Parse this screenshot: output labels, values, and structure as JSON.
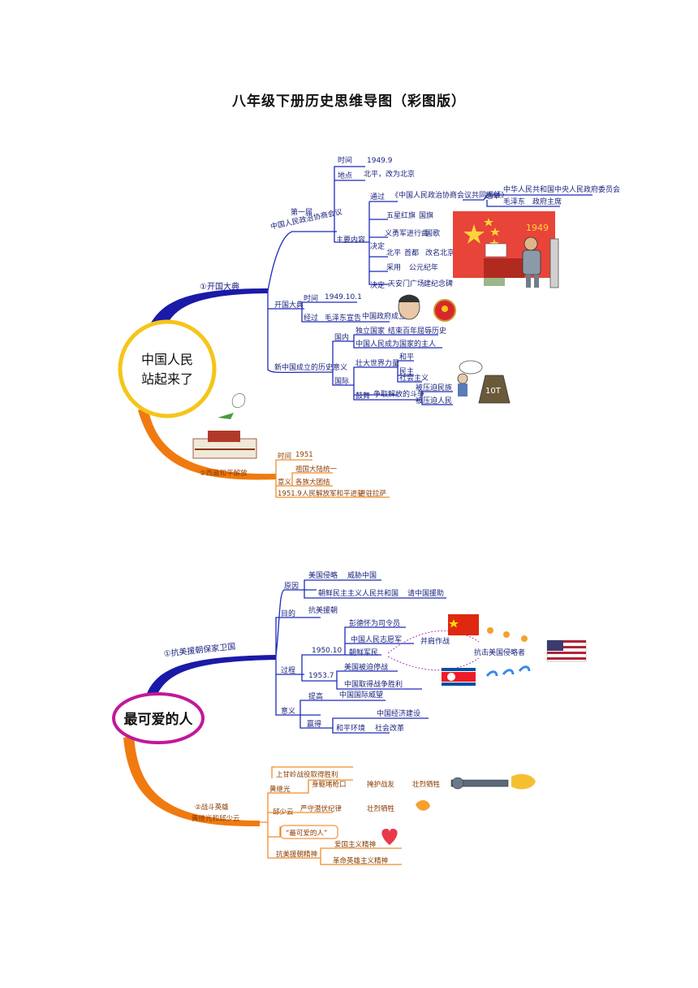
{
  "page_title": "八年级下册历史思维导图（彩图版）",
  "colors": {
    "blue_branch": "#1a1aa8",
    "orange_branch": "#f07a10",
    "center_ring_1": "#f5c518",
    "center_ring_2": "#c2189a",
    "text_blue": "#1a237e"
  },
  "map1": {
    "center": {
      "line1": "中国人民",
      "line2": "站起来了"
    },
    "branch1": {
      "label": "①开国大典",
      "meeting": {
        "label_top": "第一届",
        "label": "中国人民政治协商会议",
        "time_label": "时间",
        "time_value": "1949.9",
        "place_label": "地点",
        "place_value": "北平，改为北京",
        "content_label": "主要内容",
        "pass_label": "通过",
        "pass_value": "《中国人民政治协商会议共同纲领》",
        "elect_label": "选举",
        "elect_1": "中华人民共和国中央人民政府委员会",
        "elect_2": "毛泽东",
        "elect_2b": "政府主席",
        "decide_label": "决定",
        "flag": "五星红旗",
        "flag_v": "国旗",
        "anthem": "义勇军进行曲",
        "anthem_v": "国歌",
        "capital": "北平",
        "capital_v": "首都",
        "capital_v2": "改名北京",
        "calendar": "采用",
        "calendar_v": "公元纪年",
        "monument_l": "决定",
        "monument": "天安门广场",
        "monument_v": "建纪念碑"
      },
      "ceremony": {
        "label": "开国大典",
        "time_label": "时间",
        "time_value": "1949.10.1",
        "event_label": "经过",
        "event": "毛泽东宣告",
        "event_v": "中国政府成立"
      },
      "significance": {
        "label": "新中国成立的历史意义",
        "domestic": "国内",
        "d1": "独立国家",
        "d1v": "结束百年屈辱历史",
        "d2": "中国人民成为国家的主人",
        "intl": "国际",
        "i1": "壮大世界力量",
        "i1a": "和平",
        "i1b": "民主",
        "i1c": "社会主义",
        "inspire": "鼓舞",
        "inspire_v": "争取解放的斗争",
        "inspire_a": "被压迫民族",
        "inspire_b": "被压迫人民"
      },
      "poster_year": "1949",
      "weight_label": "10T"
    },
    "branch2": {
      "label": "②西藏和平解放",
      "time_label": "时间",
      "time_value": "1951",
      "meaning_label": "意义",
      "m1": "祖国大陆统一",
      "m2": "各族大团结",
      "date": "1951.9",
      "event": "人民解放军和平进驻",
      "event_v": "进驻拉萨"
    }
  },
  "map2": {
    "center": {
      "line1": "最可爱的人"
    },
    "branch1": {
      "label": "①抗美援朝保家卫国",
      "cause_label": "原因",
      "c1": "美国侵略",
      "c1v": "威胁中国",
      "c2": "朝鲜民主主义人民共和国",
      "c2v": "请中国援助",
      "goal_label": "目的",
      "goal": "抗美援朝",
      "process_label": "过程",
      "p_date1": "1950.10",
      "p_commander": "彭德怀为司令员",
      "p_army": "中国人民志愿军",
      "p_army_v": "并肩作战",
      "p_korea": "朝鲜军民",
      "p_target": "抗击美国侵略者",
      "p_date2": "1953.7",
      "p_end": "美国被迫停战",
      "p_win": "中国取得战争胜利",
      "mean_label": "意义",
      "raise": "提高",
      "raise_v": "中国国际威望",
      "gain": "赢得",
      "gain_a": "中国经济建设",
      "gain_b": "和平环境",
      "gain_c": "社会改革"
    },
    "branch2": {
      "label": "②战斗英雄",
      "label2": "黄继光和邱少云",
      "battle": "上甘岭战役取得胜利",
      "huang": "黄继光",
      "huang_act": "身躯堵枪口",
      "huang_v1": "掩护战友",
      "huang_v2": "壮烈牺牲",
      "qiu": "邱少云",
      "qiu_act": "严守潜伏纪律",
      "qiu_v": "壮烈牺牲",
      "title": "“最可爱的人”",
      "spirit": "抗美援朝精神",
      "spirit_a": "爱国主义精神",
      "spirit_b": "革命英雄主义精神"
    }
  }
}
